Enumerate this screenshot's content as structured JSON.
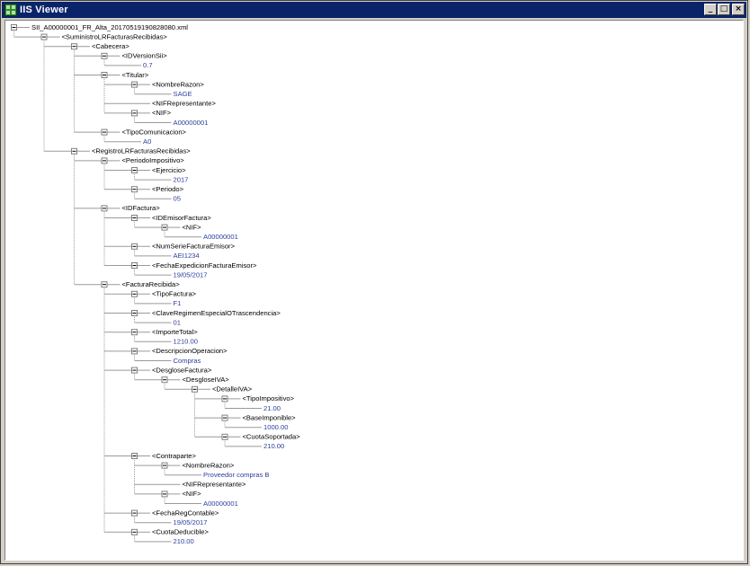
{
  "window": {
    "title": "IIS Viewer",
    "min_glyph": "_",
    "max_glyph": "□",
    "close_glyph": "×"
  },
  "tree": [
    {
      "level": 0,
      "text": "SII_A00000001_FR_Alta_20170519190828080.xml",
      "kind": "file",
      "expanded": true
    },
    {
      "level": 1,
      "text": "<SuministroLRFacturasRecibidas>",
      "kind": "tag",
      "expanded": true
    },
    {
      "level": 2,
      "text": "<Cabecera>",
      "kind": "tag",
      "expanded": true
    },
    {
      "level": 3,
      "text": "<IDVersionSii>",
      "kind": "tag",
      "expanded": true
    },
    {
      "level": 4,
      "text": "0.7",
      "kind": "value"
    },
    {
      "level": 3,
      "text": "<Titular>",
      "kind": "tag",
      "expanded": true
    },
    {
      "level": 4,
      "text": "<NombreRazon>",
      "kind": "tag",
      "expanded": true
    },
    {
      "level": 5,
      "text": "SAGE",
      "kind": "value"
    },
    {
      "level": 4,
      "text": "<NIFRepresentante>",
      "kind": "tag"
    },
    {
      "level": 4,
      "text": "<NIF>",
      "kind": "tag",
      "expanded": true
    },
    {
      "level": 5,
      "text": "A00000001",
      "kind": "value"
    },
    {
      "level": 3,
      "text": "<TipoComunicacion>",
      "kind": "tag",
      "expanded": true
    },
    {
      "level": 4,
      "text": "A0",
      "kind": "value"
    },
    {
      "level": 2,
      "text": "<RegistroLRFacturasRecibidas>",
      "kind": "tag",
      "expanded": true
    },
    {
      "level": 3,
      "text": "<PeriodoImpositivo>",
      "kind": "tag",
      "expanded": true
    },
    {
      "level": 4,
      "text": "<Ejercicio>",
      "kind": "tag",
      "expanded": true
    },
    {
      "level": 5,
      "text": "2017",
      "kind": "value"
    },
    {
      "level": 4,
      "text": "<Periodo>",
      "kind": "tag",
      "expanded": true
    },
    {
      "level": 5,
      "text": "05",
      "kind": "value"
    },
    {
      "level": 3,
      "text": "<IDFactura>",
      "kind": "tag",
      "expanded": true
    },
    {
      "level": 4,
      "text": "<IDEmisorFactura>",
      "kind": "tag",
      "expanded": true
    },
    {
      "level": 5,
      "text": "<NIF>",
      "kind": "tag",
      "expanded": true
    },
    {
      "level": 6,
      "text": "A00000001",
      "kind": "value"
    },
    {
      "level": 4,
      "text": "<NumSerieFacturaEmisor>",
      "kind": "tag",
      "expanded": true
    },
    {
      "level": 5,
      "text": "AEI1234",
      "kind": "value"
    },
    {
      "level": 4,
      "text": "<FechaExpedicionFacturaEmisor>",
      "kind": "tag",
      "expanded": true
    },
    {
      "level": 5,
      "text": "19/05/2017",
      "kind": "value"
    },
    {
      "level": 3,
      "text": "<FacturaRecibida>",
      "kind": "tag",
      "expanded": true
    },
    {
      "level": 4,
      "text": "<TipoFactura>",
      "kind": "tag",
      "expanded": true
    },
    {
      "level": 5,
      "text": "F1",
      "kind": "value"
    },
    {
      "level": 4,
      "text": "<ClaveRegimenEspecialOTrascendencia>",
      "kind": "tag",
      "expanded": true
    },
    {
      "level": 5,
      "text": "01",
      "kind": "value"
    },
    {
      "level": 4,
      "text": "<ImporteTotal>",
      "kind": "tag",
      "expanded": true
    },
    {
      "level": 5,
      "text": "1210.00",
      "kind": "value"
    },
    {
      "level": 4,
      "text": "<DescripcionOperacion>",
      "kind": "tag",
      "expanded": true
    },
    {
      "level": 5,
      "text": "Compras",
      "kind": "value"
    },
    {
      "level": 4,
      "text": "<DesgloseFactura>",
      "kind": "tag",
      "expanded": true
    },
    {
      "level": 5,
      "text": "<DesgloseIVA>",
      "kind": "tag",
      "expanded": true
    },
    {
      "level": 6,
      "text": "<DetalleIVA>",
      "kind": "tag",
      "expanded": true
    },
    {
      "level": 7,
      "text": "<TipoImpositivo>",
      "kind": "tag",
      "expanded": true
    },
    {
      "level": 8,
      "text": "21.00",
      "kind": "value"
    },
    {
      "level": 7,
      "text": "<BaseImponible>",
      "kind": "tag",
      "expanded": true
    },
    {
      "level": 8,
      "text": "1000.00",
      "kind": "value"
    },
    {
      "level": 7,
      "text": "<CuotaSoportada>",
      "kind": "tag",
      "expanded": true
    },
    {
      "level": 8,
      "text": "210.00",
      "kind": "value"
    },
    {
      "level": 4,
      "text": "<Contraparte>",
      "kind": "tag",
      "expanded": true
    },
    {
      "level": 5,
      "text": "<NombreRazon>",
      "kind": "tag",
      "expanded": true
    },
    {
      "level": 6,
      "text": "Proveedor compras B",
      "kind": "value"
    },
    {
      "level": 5,
      "text": "<NIFRepresentante>",
      "kind": "tag"
    },
    {
      "level": 5,
      "text": "<NIF>",
      "kind": "tag",
      "expanded": true
    },
    {
      "level": 6,
      "text": "A00000001",
      "kind": "value"
    },
    {
      "level": 4,
      "text": "<FechaRegContable>",
      "kind": "tag",
      "expanded": true
    },
    {
      "level": 5,
      "text": "19/05/2017",
      "kind": "value"
    },
    {
      "level": 4,
      "text": "<CuotaDeducible>",
      "kind": "tag",
      "expanded": true
    },
    {
      "level": 5,
      "text": "210.00",
      "kind": "value"
    }
  ]
}
